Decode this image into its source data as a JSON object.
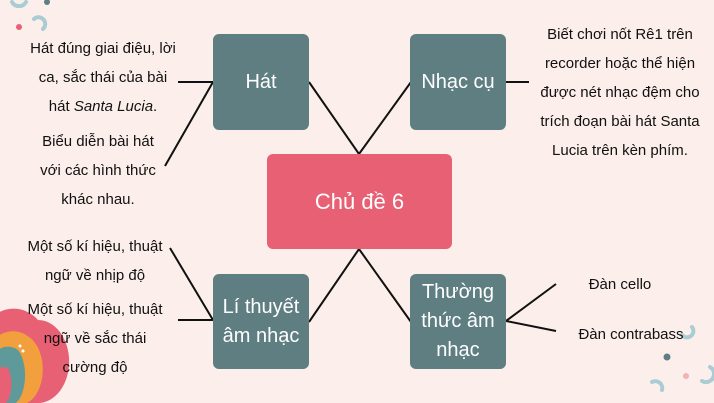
{
  "center": {
    "label": "Chủ đề 6"
  },
  "branches": {
    "hat": {
      "label": "Hát",
      "notes": [
        {
          "pre": "Hát đúng giai điệu, lời\nca, sắc thái của bài\nhát ",
          "italic": "Santa Lucia",
          "post": "."
        },
        {
          "text": "Biểu diễn bài hát\nvới các hình thức\nkhác nhau."
        }
      ]
    },
    "nhac_cu": {
      "label": "Nhạc cụ",
      "notes": [
        {
          "text": "Biết chơi nốt Rê1 trên\nrecorder hoặc thể hiện\nđược nét nhạc đệm cho\ntrích đoạn bài hát Santa\nLucia trên kèn phím."
        }
      ]
    },
    "li_thuyet": {
      "label": "Lí thuyết\nâm nhạc",
      "notes": [
        {
          "text": "Một số kí hiệu, thuật\nngữ về nhịp độ"
        },
        {
          "text": "Một số kí hiệu, thuật\nngữ về sắc thái\ncường độ"
        }
      ]
    },
    "thuong_thuc": {
      "label": "Thường\nthức âm\nnhạc",
      "notes": [
        {
          "text": "Đàn cello"
        },
        {
          "text": "Đàn contrabass"
        }
      ]
    }
  },
  "colors": {
    "background": "#fcefeb",
    "branch_box": "#5f7e82",
    "center_box": "#e86074",
    "line": "#111111"
  }
}
